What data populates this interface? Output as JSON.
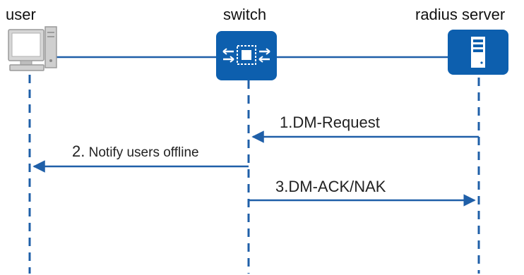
{
  "actors": {
    "user": {
      "label": "user",
      "icon": "desktop-computer-icon"
    },
    "switch": {
      "label": "switch",
      "icon": "network-switch-icon"
    },
    "server": {
      "label": "radius server",
      "icon": "server-tower-icon"
    }
  },
  "messages": [
    {
      "step": "1.",
      "label": "DM-Request",
      "from": "radius server",
      "to": "switch"
    },
    {
      "step": "2.",
      "label": "Notify users offline",
      "from": "switch",
      "to": "user"
    },
    {
      "step": "3.",
      "label": "DM-ACK/NAK",
      "from": "switch",
      "to": "radius server"
    }
  ],
  "colors": {
    "line_blue": "#1f5fa8",
    "icon_blue": "#0d5fae",
    "icon_gray": "#bfbfbf"
  }
}
